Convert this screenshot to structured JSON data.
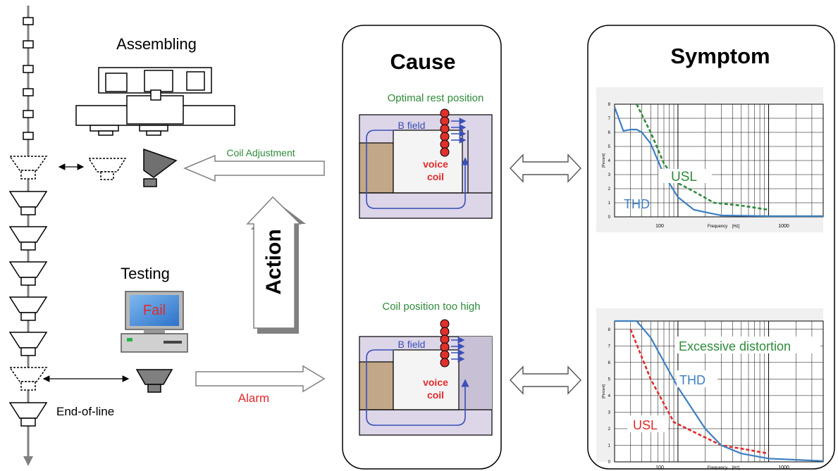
{
  "left": {
    "assembling_label": "Assembling",
    "testing_label": "Testing",
    "fail_text": "Fail",
    "end_of_line_label": "End-of-line",
    "coil_adjustment_label": "Coil Adjustment",
    "alarm_label": "Alarm",
    "action_label": "Action"
  },
  "cause": {
    "title": "Cause",
    "top_caption": "Optimal rest position",
    "bottom_caption": "Coil position too high",
    "b_field_label": "B field",
    "voice_coil_label_1": "voice",
    "voice_coil_label_2": "coil"
  },
  "symptom": {
    "title": "Symptom",
    "top_usl_label": "USL",
    "top_thd_label": "THD",
    "bottom_excess_label": "Excessive distortion",
    "bottom_thd_label": "THD",
    "bottom_usl_label": "USL",
    "y_axis_title": "[Percent]",
    "x_axis_title": "Frequency",
    "x_axis_unit": "[Hz]",
    "x_tick_100": "100",
    "x_tick_1000": "1000",
    "y_ticks": [
      "0",
      "1",
      "2",
      "3",
      "4",
      "5",
      "6",
      "7",
      "8"
    ]
  },
  "colors": {
    "green": "#2e8b3a",
    "red": "#e02a2a",
    "blue": "#3d7fc1",
    "magnet_fill": "#ddd5e8",
    "core_brown": "#c2a888",
    "coil_red": "#e0302a",
    "field_blue": "#3a4fb8"
  },
  "chart_data": [
    {
      "type": "line",
      "title": "",
      "xlabel": "Frequency [Hz]",
      "ylabel": "[Percent]",
      "xscale": "log",
      "xlim": [
        20,
        4000
      ],
      "ylim": [
        0,
        8
      ],
      "series": [
        {
          "name": "USL",
          "style": "dashed",
          "color": "#2e8b3a",
          "x": [
            35,
            50,
            70,
            100,
            150,
            250,
            500,
            1000
          ],
          "y": [
            8.0,
            6.0,
            3.8,
            2.4,
            1.8,
            1.0,
            0.8,
            0.5
          ]
        },
        {
          "name": "THD",
          "style": "solid",
          "color": "#3d7fc1",
          "x": [
            20,
            25,
            30,
            35,
            40,
            50,
            70,
            100,
            150,
            300,
            1000,
            4000
          ],
          "y": [
            7.8,
            6.1,
            6.2,
            6.2,
            6.0,
            5.2,
            3.0,
            1.4,
            0.5,
            0.1,
            0.05,
            0.05
          ]
        }
      ]
    },
    {
      "type": "line",
      "title": "",
      "xlabel": "Frequency [Hz]",
      "ylabel": "[Percent]",
      "xscale": "log",
      "xlim": [
        20,
        4000
      ],
      "ylim": [
        0,
        8.5
      ],
      "series": [
        {
          "name": "USL",
          "style": "dashed",
          "color": "#e02a2a",
          "x": [
            30,
            50,
            90,
            150,
            300,
            500,
            1000
          ],
          "y": [
            8.0,
            5.0,
            2.4,
            1.8,
            1.0,
            0.8,
            0.5
          ]
        },
        {
          "name": "THD",
          "style": "solid",
          "color": "#3d7fc1",
          "x": [
            20,
            35,
            50,
            100,
            200,
            300,
            500,
            1000,
            4000
          ],
          "y": [
            8.5,
            8.5,
            7.5,
            4.5,
            2.0,
            1.0,
            0.5,
            0.2,
            0.05
          ]
        }
      ]
    }
  ]
}
